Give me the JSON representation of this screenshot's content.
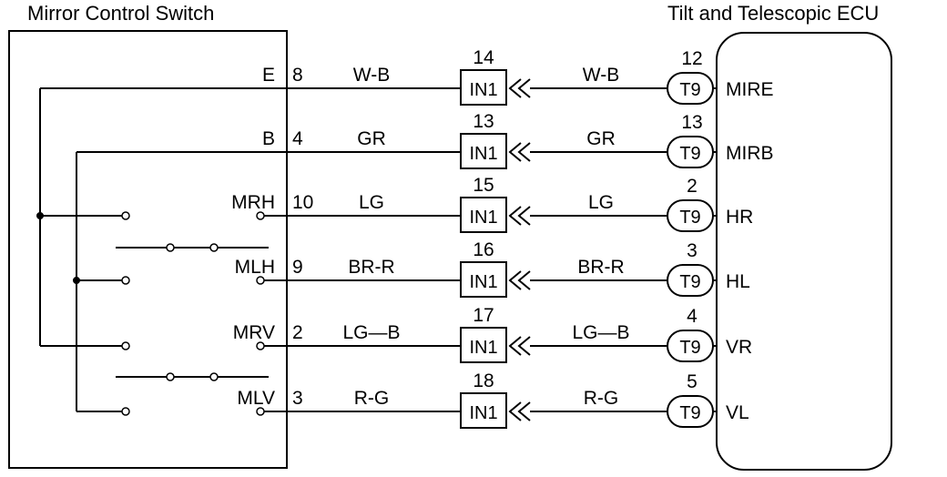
{
  "switch": {
    "title": "Mirror Control Switch"
  },
  "ecu": {
    "title": "Tilt and Telescopic ECU"
  },
  "connector_in": "IN1",
  "connector_ecu": "T9",
  "wires": [
    {
      "sw_terminal": "E",
      "sw_pin": "8",
      "wire_left": "W-B",
      "in_pin": "14",
      "wire_right": "W-B",
      "ecu_pin": "12",
      "ecu_terminal": "MIRE"
    },
    {
      "sw_terminal": "B",
      "sw_pin": "4",
      "wire_left": "GR",
      "in_pin": "13",
      "wire_right": "GR",
      "ecu_pin": "13",
      "ecu_terminal": "MIRB"
    },
    {
      "sw_terminal": "MRH",
      "sw_pin": "10",
      "wire_left": "LG",
      "in_pin": "15",
      "wire_right": "LG",
      "ecu_pin": "2",
      "ecu_terminal": "HR"
    },
    {
      "sw_terminal": "MLH",
      "sw_pin": "9",
      "wire_left": "BR-R",
      "in_pin": "16",
      "wire_right": "BR-R",
      "ecu_pin": "3",
      "ecu_terminal": "HL"
    },
    {
      "sw_terminal": "MRV",
      "sw_pin": "2",
      "wire_left": "LG—B",
      "in_pin": "17",
      "wire_right": "LG—B",
      "ecu_pin": "4",
      "ecu_terminal": "VR"
    },
    {
      "sw_terminal": "MLV",
      "sw_pin": "3",
      "wire_left": "R-G",
      "in_pin": "18",
      "wire_right": "R-G",
      "ecu_pin": "5",
      "ecu_terminal": "VL"
    }
  ]
}
